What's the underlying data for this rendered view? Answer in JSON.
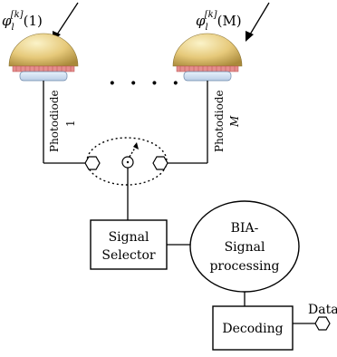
{
  "diagram": {
    "input_left": {
      "prefix": "φ",
      "sub": "l",
      "sup": "[k]",
      "arg": "(1)"
    },
    "input_right": {
      "prefix": "φ",
      "sub": "l",
      "sup": "[k]",
      "arg": "(M)"
    },
    "ellipsis": "· · · ·",
    "photodiode_left": {
      "label": "Photodiode",
      "index": "1"
    },
    "photodiode_right": {
      "label": "Photodiode",
      "index": "M"
    },
    "signal_selector": {
      "line1": "Signal",
      "line2": "Selector"
    },
    "bia": {
      "line1": "BIA-",
      "line2": "Signal",
      "line3": "processing"
    },
    "decoding": "Decoding",
    "data_label": "Data"
  }
}
